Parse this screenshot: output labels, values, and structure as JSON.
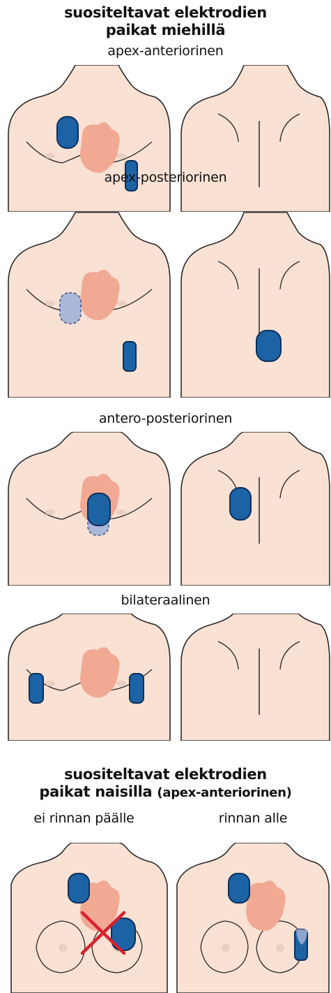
{
  "men": {
    "title_line1": "suositeltavat elektrodien",
    "title_line2": "paikat miehillä",
    "placements": [
      {
        "label": "apex-anteriorinen"
      },
      {
        "label": "apex-posteriorinen"
      },
      {
        "label": "antero-posteriorinen"
      },
      {
        "label": "bilateraalinen"
      }
    ]
  },
  "women": {
    "title_line1": "suositeltavat elektrodien",
    "title_line2_bold": "paikat naisilla",
    "title_line2_paren": "(apex-anteriorinen)",
    "left_label": "ei rinnan päälle",
    "right_label": "rinnan alle"
  },
  "colors": {
    "skin": "#f9e1d3",
    "heart": "#f1a993",
    "outline": "#2a2a2a",
    "electrode": "#1c63a6",
    "electrode_hidden": "#a9b7d8",
    "cross": "#d8212f"
  }
}
